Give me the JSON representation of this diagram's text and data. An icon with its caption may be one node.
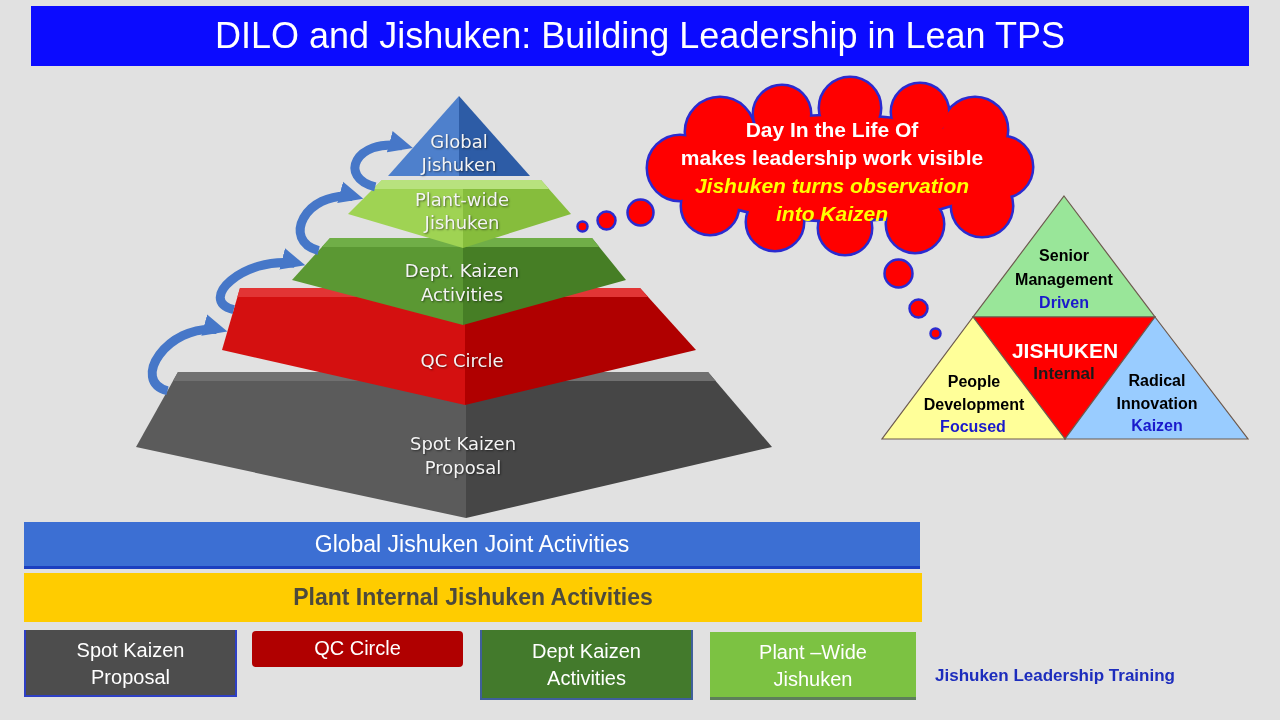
{
  "diagram": {
    "title": "DILO and Jishuken: Building Leadership in Lean TPS",
    "nodes": [
      {
        "text": [
          "Global Jishuken"
        ]
      },
      {
        "text": [
          "Plant-wide Jishuken"
        ]
      },
      {
        "text": [
          "Dept. Kaizen Activities"
        ]
      },
      {
        "text": [
          "QC Circle"
        ]
      },
      {
        "text": [
          "Spot Kaizen Proposal"
        ]
      },
      {
        "text": [
          "Day In the Life Of makes leadership work visible",
          "Jishuken turns observation into Kaizen"
        ]
      },
      {
        "text": [
          "Senior Management",
          "Driven"
        ]
      },
      {
        "text": [
          "JISHUKEN",
          "Internal"
        ]
      },
      {
        "text": [
          "People Development",
          "Focused"
        ]
      },
      {
        "text": [
          "Radical Innovation",
          "Kaizen"
        ]
      },
      {
        "text": [
          "Global Jishuken Joint Activities"
        ]
      },
      {
        "text": [
          "Plant Internal Jishuken Activities"
        ]
      },
      {
        "text": [
          "Spot Kaizen Proposal"
        ]
      },
      {
        "text": [
          "QC Circle"
        ]
      },
      {
        "text": [
          "Dept Kaizen Activities"
        ]
      },
      {
        "text": [
          "Plant –Wide Jishuken"
        ]
      }
    ],
    "edges": [
      {
        "from": 4,
        "to": 3,
        "arrow": "to"
      },
      {
        "from": 3,
        "to": 2,
        "arrow": "to"
      },
      {
        "from": 2,
        "to": 1,
        "arrow": "to"
      },
      {
        "from": 1,
        "to": 0,
        "arrow": "to"
      }
    ],
    "labels": [
      "Jishuken Leadership Training"
    ]
  }
}
